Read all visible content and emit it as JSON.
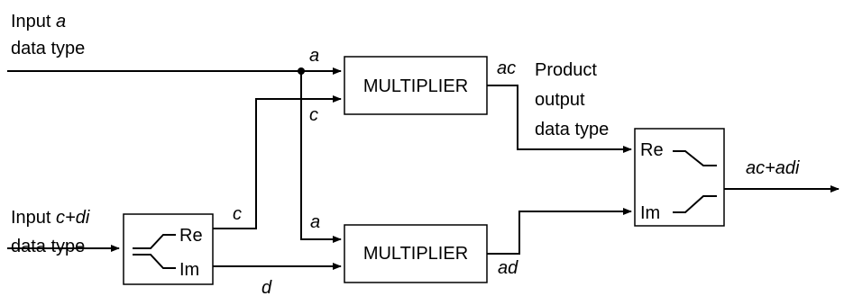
{
  "inputs": {
    "a": {
      "line1_prefix": "Input ",
      "line1_var": "a",
      "line2": "data type"
    },
    "cdi": {
      "line1_prefix": "Input ",
      "line1_var": "c+di",
      "line2": "data type"
    }
  },
  "blocks": {
    "multiplier_top": "MULTIPLIER",
    "multiplier_bottom": "MULTIPLIER",
    "splitter_re": "Re",
    "splitter_im": "Im",
    "combiner_re": "Re",
    "combiner_im": "Im"
  },
  "signals": {
    "a_top": "a",
    "c_top": "c",
    "a_bottom": "a",
    "c_split": "c",
    "d_split": "d",
    "ac": "ac",
    "ad": "ad",
    "output": "ac+adi"
  },
  "product_output": {
    "line1": "Product",
    "line2": "output",
    "line3": "data type"
  }
}
